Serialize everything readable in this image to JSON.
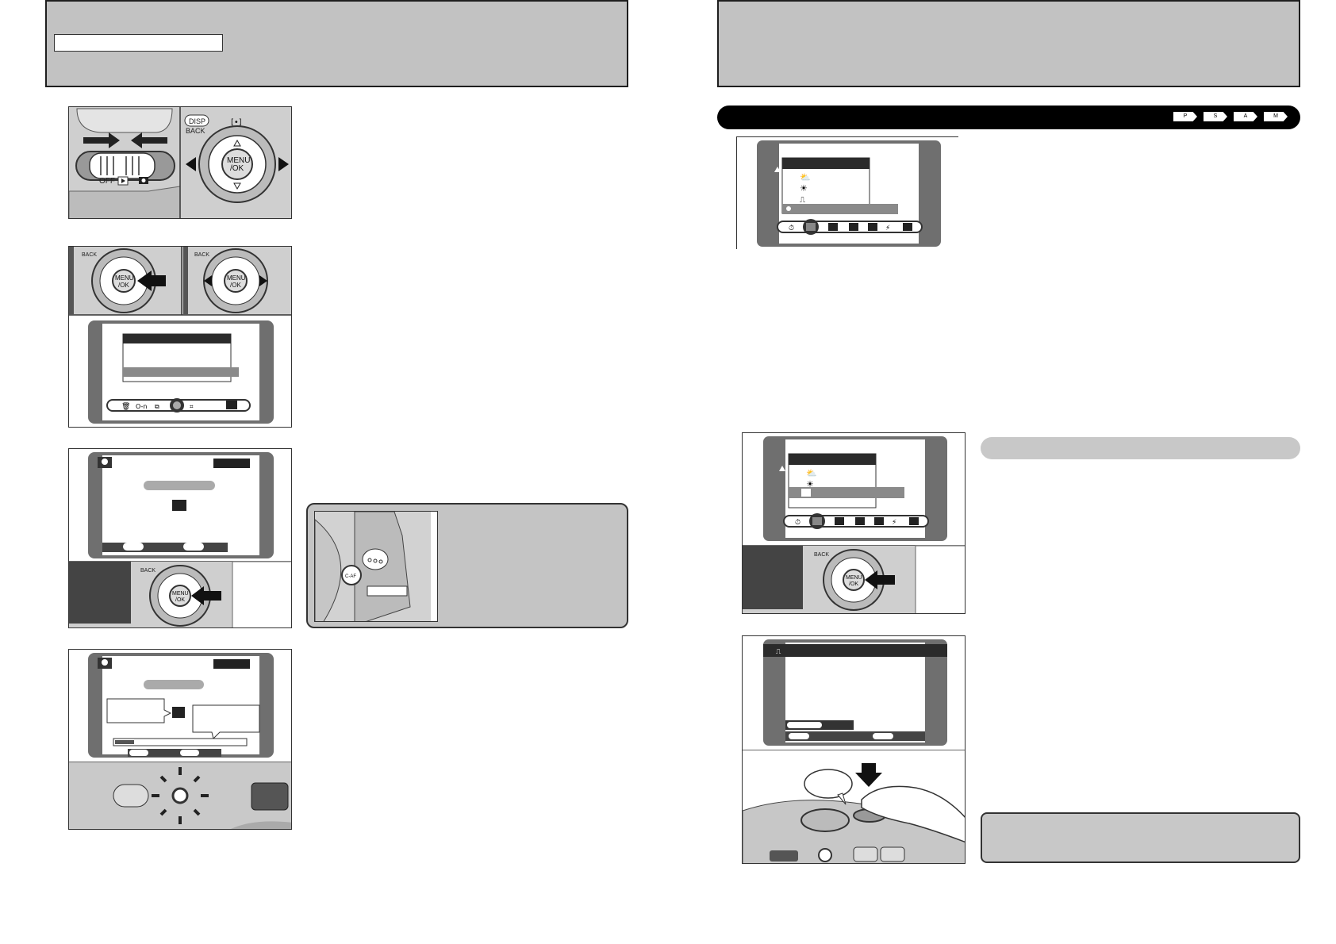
{
  "labels": {
    "disp": "DISP",
    "back": "BACK",
    "menu_ok": "MENU\n/OK",
    "off": "OFF",
    "c_af": "C-AF",
    "exposure_modes": [
      "P",
      "S",
      "A",
      "M"
    ]
  },
  "icons": {
    "left_flash_arrow": "arrow-right-icon",
    "playback": "playback-icon",
    "camera": "camera-icon",
    "focus_bracket": "focus-frame-icon",
    "macro": "macro-tulip-icon",
    "flash": "flash-bolt-icon",
    "up": "triangle-up-icon",
    "down": "triangle-down-icon",
    "left": "triangle-left-icon",
    "right": "triangle-right-icon",
    "press_arrow": "press-arrow-icon",
    "sun": "sun-icon",
    "fluorescent": "fluorescent-icon",
    "custom_wb": "custom-wb-icon",
    "mic": "microphone-icon",
    "self_timer": "self-timer-icon",
    "wb": "white-balance-icon",
    "trash": "trash-icon",
    "key": "protect-key-icon",
    "copy": "copy-icon",
    "voice": "voice-memo-icon",
    "trim": "trim-icon",
    "set": "set-icon"
  },
  "colors": {
    "header_gray": "#c2c2c2",
    "lcd_gray": "#6f6f6f",
    "black": "#000000"
  }
}
